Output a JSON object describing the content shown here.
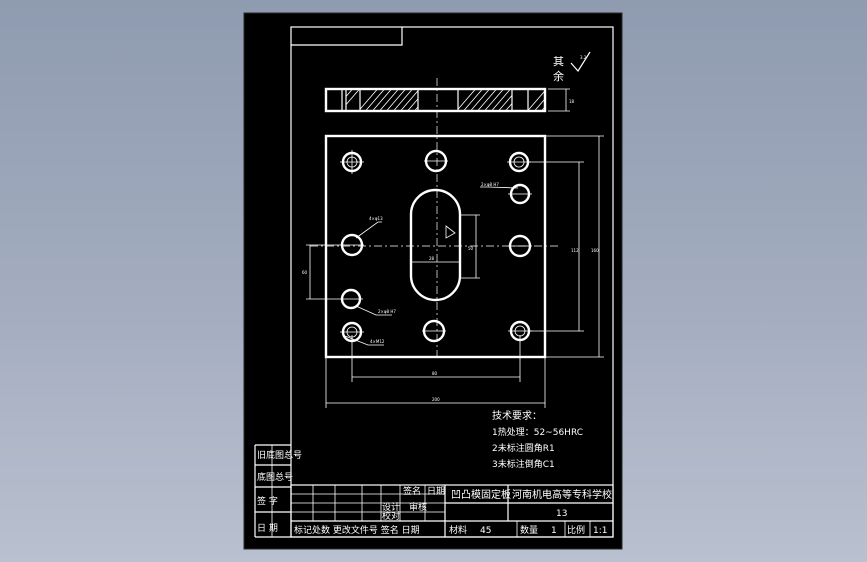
{
  "drawing": {
    "surface_finish_note": {
      "lines": [
        "其",
        "余"
      ],
      "symbol_value": "3.2"
    },
    "tech_requirements": {
      "title": "技术要求：",
      "items": [
        "1热处理：52~56HRC",
        "2未标注圆角R1",
        "3未标注倒角C1"
      ]
    },
    "side_labels": {
      "drawing_no": "旧底图总号",
      "base_no": "底图总号",
      "signature": "签 字",
      "date": "日 期"
    },
    "title_block": {
      "part_name": "凹凸模固定板",
      "school": "河南机电高等专科学校",
      "drawing_code": "13",
      "material_label": "材料",
      "material_value": "45",
      "quantity_label": "数量",
      "quantity_value": "1",
      "scale_label": "比例",
      "scale_value": "1:1",
      "sign_label": "签名",
      "date_label": "日期",
      "design_label": "设计",
      "check_label": "校对",
      "approve_label": "审核",
      "change_row": "标记处数 更改文件号 签名 日期"
    },
    "dims": {
      "hole_top": "2×φ8 H7",
      "hole_left": "4×φ13",
      "slot": "28",
      "hole_pin": "2×φ8 H7",
      "hole_bottom": "4×M12",
      "width_inner": "80",
      "width_outer": "200",
      "height_inner": "112",
      "height_outer": "160",
      "left_v": "60",
      "slot_h": "50",
      "thickness": "18"
    }
  },
  "colors": {
    "page_bg": "#96a2b6",
    "sheet": "#000000",
    "lines": "#ffffff"
  }
}
